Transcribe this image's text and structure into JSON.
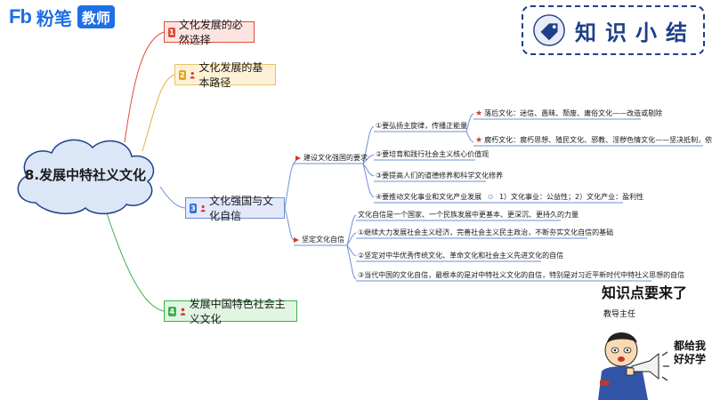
{
  "brand": {
    "fb": "Fb",
    "name": "粉笔",
    "tag": "教师",
    "color": "#1e6fe6"
  },
  "summary_tag": {
    "text": "知识小结",
    "color": "#1e3f8a"
  },
  "central": {
    "title": "8.发展中特社义文化"
  },
  "branches": [
    {
      "num": "1",
      "label": "文化发展的必然选择",
      "num_color": "#e04a3a",
      "border": "#e04a3a",
      "fill": "#fde4e1"
    },
    {
      "num": "2",
      "label": "文化发展的基本路径",
      "num_color": "#e8a317",
      "border": "#e8c26a",
      "fill": "#fdf1d8"
    },
    {
      "num": "3",
      "label": "文化强国与文化自信",
      "num_color": "#3a6fd8",
      "border": "#6f8fd8",
      "fill": "#e3e9fb"
    },
    {
      "num": "4",
      "label": "发展中国特色社会主义文化",
      "num_color": "#3bb34a",
      "border": "#3bb34a",
      "fill": "#e1f5e3"
    }
  ],
  "branch3": {
    "sub1": {
      "label": "建设文化强国的要求",
      "items": [
        {
          "text": "①要弘扬主旋律，传播正能量"
        },
        {
          "text": "②要培育和践行社会主义核心价值观"
        },
        {
          "text": "③要提高人们的道德修养和科学文化修养"
        },
        {
          "text": "④要推动文化事业和文化产业发展",
          "extra": "1）文化事业：公益性；2）文化产业：盈利性"
        }
      ],
      "leaves": [
        {
          "text": "落后文化：迷信、愚昧、颓废、庸俗文化——改造或剔除"
        },
        {
          "text": "腐朽文化：腐朽思想、殖民文化、邪教、淫秽色情文化——坚决抵制，依法取缔"
        }
      ]
    },
    "sub2": {
      "label": "坚定文化自信",
      "items": [
        {
          "text": "文化自信是一个国家、一个民族发展中更基本、更深沉、更持久的力量"
        },
        {
          "text": "①继续大力发展社会主义经济，完善社会主义民主政治，不断夯实文化自信的基础"
        },
        {
          "text": "②坚定对中华优秀传统文化、革命文化和社会主义先进文化的自信"
        },
        {
          "text": "③当代中国的文化自信，最根本的是对中特社义文化的自信，特别是对习近平新时代中特社义思想的自信"
        }
      ]
    }
  },
  "cartoon": {
    "headline": "知识点要来了",
    "role": "教导主任",
    "speech": "都给我好好学"
  }
}
